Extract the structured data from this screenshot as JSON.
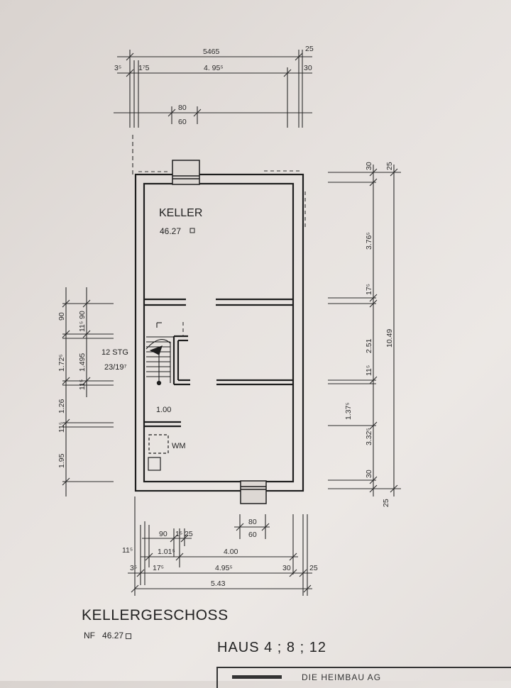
{
  "room": {
    "name": "KELLER",
    "area": "46.27"
  },
  "stair": {
    "steps": "12 STG",
    "ratio": "23/19⁷"
  },
  "labels": {
    "wm": "WM",
    "dim_100": "1.00"
  },
  "top_dims": {
    "overall": "5465",
    "left_small": "3⁵",
    "left_small2": "1⁷5",
    "inner": "4. 95⁵",
    "right_small": "25",
    "right_small2": "30",
    "window_w": "80",
    "window_h": "60"
  },
  "right_dims": {
    "d1": "30",
    "d2": "25",
    "d3": "3.76⁵",
    "d4": "17⁵",
    "d5": "2.51",
    "d6": "10.49",
    "d7": "11⁵",
    "d8": "1.37⁵",
    "d9": "3.32⁵",
    "d10": "30",
    "d11": "25"
  },
  "left_dims": {
    "d1": "90",
    "d2": "11⁵ 90",
    "d3": "1.72⁵",
    "d4": "1.495",
    "d5": "11⁵",
    "d6": "1.26",
    "d7": "11⁵",
    "d8": "1.95"
  },
  "bottom_dims": {
    "window_w": "80",
    "window_h": "60",
    "b1": "90",
    "b2": "1⁵",
    "b3": "25",
    "b4": "11⁵",
    "b5": "1.01⁵",
    "b6": "4.00",
    "b7": "3⁵",
    "b8": "17⁵",
    "b9": "4.95⁵",
    "b10": "30",
    "b11": "25",
    "b12": "5.43"
  },
  "footer": {
    "title": "KELLERGESCHOSS",
    "nf_label": "NF",
    "nf_value": "46.27",
    "haus": "HAUS  4 ; 8 ; 12",
    "company": "DIE  HEIMBAU  AG"
  }
}
